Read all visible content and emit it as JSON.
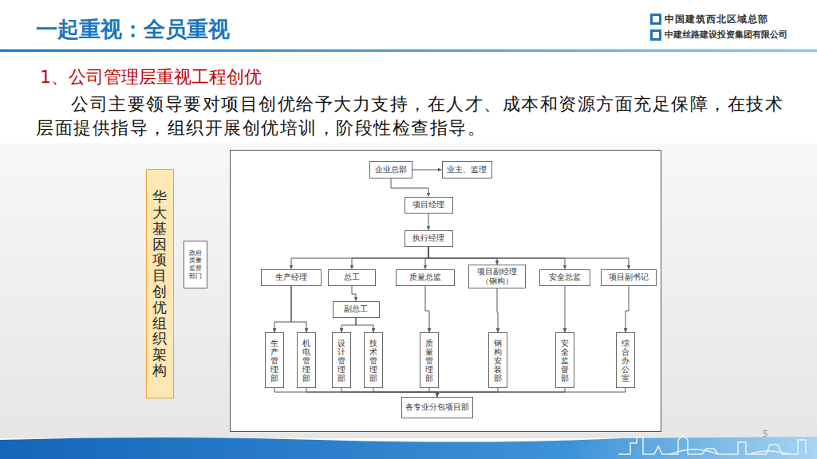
{
  "diagram": {
    "title": "一起重视：全员重视",
    "nodes": [
      {
        "text": [
          "华大基因项目创优组织架构"
        ]
      },
      {
        "text": [
          "政府质量监督部门"
        ]
      },
      {
        "text": [
          "企业总部"
        ]
      },
      {
        "text": [
          "业主、监理"
        ]
      },
      {
        "text": [
          "项目经理"
        ]
      },
      {
        "text": [
          "执行经理"
        ]
      },
      {
        "text": [
          "生产经理"
        ]
      },
      {
        "text": [
          "总工"
        ]
      },
      {
        "text": [
          "质量总监"
        ]
      },
      {
        "text": [
          "项目副经理（钢构）"
        ]
      },
      {
        "text": [
          "安全总监"
        ]
      },
      {
        "text": [
          "项目副书记"
        ]
      },
      {
        "text": [
          "副总工"
        ]
      },
      {
        "text": [
          "生产管理部"
        ]
      },
      {
        "text": [
          "机电管理部"
        ]
      },
      {
        "text": [
          "设计管理部"
        ]
      },
      {
        "text": [
          "技术管理部"
        ]
      },
      {
        "text": [
          "质量管理部"
        ]
      },
      {
        "text": [
          "钢构安装部"
        ]
      },
      {
        "text": [
          "安全监督部"
        ]
      },
      {
        "text": [
          "综合办公室"
        ]
      },
      {
        "text": [
          "各专业分包项目部"
        ]
      }
    ],
    "edges": [
      {
        "from": 2,
        "to": 3,
        "arrow": "to"
      },
      {
        "from": 2,
        "to": 4,
        "arrow": "to"
      },
      {
        "from": 4,
        "to": 5,
        "arrow": "to"
      },
      {
        "from": 5,
        "to": 6,
        "arrow": "to"
      },
      {
        "from": 5,
        "to": 7,
        "arrow": "to"
      },
      {
        "from": 5,
        "to": 8,
        "arrow": "to"
      },
      {
        "from": 5,
        "to": 9,
        "arrow": "to"
      },
      {
        "from": 5,
        "to": 10,
        "arrow": "to"
      },
      {
        "from": 5,
        "to": 11,
        "arrow": "to"
      },
      {
        "from": 6,
        "to": 13,
        "arrow": "to"
      },
      {
        "from": 6,
        "to": 14,
        "arrow": "to"
      },
      {
        "from": 7,
        "to": 12,
        "arrow": "to"
      },
      {
        "from": 12,
        "to": 15,
        "arrow": "to"
      },
      {
        "from": 12,
        "to": 16,
        "arrow": "to"
      },
      {
        "from": 8,
        "to": 17,
        "arrow": "to"
      },
      {
        "from": 9,
        "to": 18,
        "arrow": "to"
      },
      {
        "from": 10,
        "to": 19,
        "arrow": "to"
      },
      {
        "from": 11,
        "to": 20,
        "arrow": "to"
      },
      {
        "from": 13,
        "to": 21,
        "arrow": "to"
      },
      {
        "from": 14,
        "to": 21,
        "arrow": "to"
      },
      {
        "from": 15,
        "to": 21,
        "arrow": "to"
      },
      {
        "from": 16,
        "to": 21,
        "arrow": "to"
      },
      {
        "from": 17,
        "to": 21,
        "arrow": "to"
      },
      {
        "from": 18,
        "to": 21,
        "arrow": "to"
      },
      {
        "from": 19,
        "to": 21,
        "arrow": "to"
      },
      {
        "from": 20,
        "to": 21,
        "arrow": "to"
      }
    ],
    "labels": [
      "1、公司管理层重视工程创优",
      "公司主要领导要对项目创优给予大力支持，在人才、成本和资源方面充足保障，在技术层面提供指导，组织开展创优培训，阶段性检查指导。",
      "中国建筑西北区域总部",
      "中建丝路建设投资集团有限公司",
      "5"
    ]
  }
}
